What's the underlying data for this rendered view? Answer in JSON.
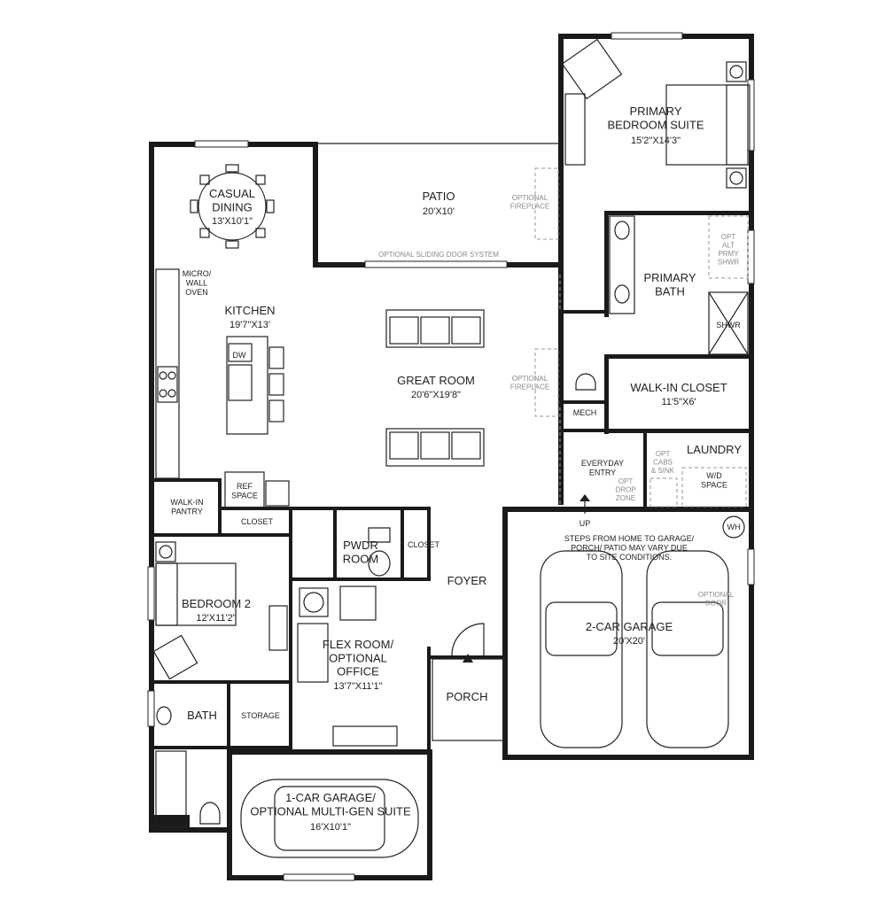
{
  "rooms": {
    "casual_dining": {
      "name": "CASUAL\nDINING",
      "dim": "13'X10'1\""
    },
    "patio": {
      "name": "PATIO",
      "dim": "20'X10'"
    },
    "primary_bedroom": {
      "name": "PRIMARY\nBEDROOM SUITE",
      "dim": "15'2\"X14'3\""
    },
    "kitchen": {
      "name": "KITCHEN",
      "dim": "19'7\"X13'"
    },
    "great_room": {
      "name": "GREAT ROOM",
      "dim": "20'6\"X19'8\""
    },
    "primary_bath": {
      "name": "PRIMARY\nBATH"
    },
    "walk_in_closet": {
      "name": "WALK-IN CLOSET",
      "dim": "11'5\"X6'"
    },
    "bedroom2": {
      "name": "BEDROOM 2",
      "dim": "12'X11'2\""
    },
    "flex_room": {
      "name": "FLEX ROOM/\nOPTIONAL\nOFFICE",
      "dim": "13'7\"X11'1\""
    },
    "garage2": {
      "name": "2-CAR GARAGE",
      "dim": "20'X20'"
    },
    "garage1": {
      "name": "1-CAR GARAGE/\nOPTIONAL MULTI-GEN SUITE",
      "dim": "16'X10'1\""
    }
  },
  "small_labels": {
    "micro": "MICRO/\nWALL\nOVEN",
    "dw": "DW",
    "walkin_pantry": "WALK-IN\nPANTRY",
    "ref_space": "REF\nSPACE",
    "closet_left": "CLOSET",
    "closet_right": "CLOSET",
    "pwdr": "PWDR\nROOM",
    "foyer": "FOYER",
    "porch": "PORCH",
    "bath": "BATH",
    "storage": "STORAGE",
    "mech": "MECH",
    "laundry": "LAUNDRY",
    "everyday_entry": "EVERYDAY\nENTRY",
    "wd_space": "W/D\nSPACE",
    "shwr": "SHWR",
    "up": "UP",
    "wh": "WH"
  },
  "notes": {
    "opt_fireplace_top": "OPTIONAL\nFIREPLACE",
    "opt_fireplace_mid": "OPTIONAL\nFIREPLACE",
    "opt_sliding_door": "OPTIONAL SLIDING DOOR SYSTEM",
    "opt_alt_shwr": "OPT\nALT\nPRMY\nSHWR",
    "opt_cabs": "OPT\nCABS\n& SINK",
    "opt_drop": "OPT\nDROP\nZONE",
    "opt_door": "OPTIONAL\nDOOR",
    "steps": "STEPS FROM HOME TO GARAGE/\nPORCH/ PATIO MAY VARY DUE\nTO SITE CONDITIONS."
  }
}
